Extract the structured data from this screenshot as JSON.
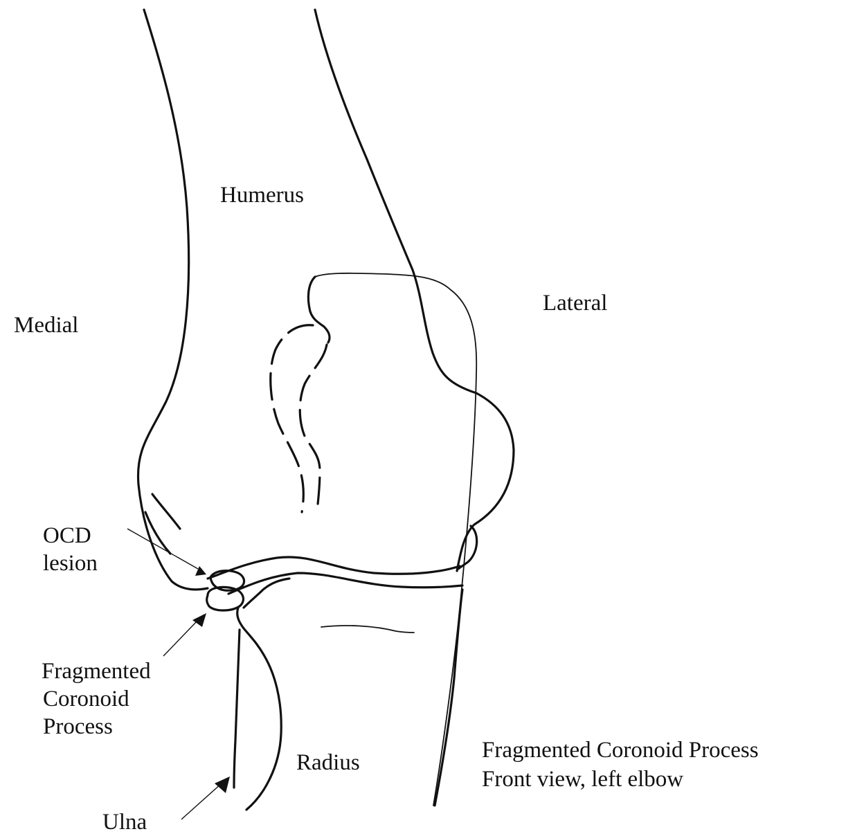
{
  "labels": {
    "humerus": "Humerus",
    "medial": "Medial",
    "lateral": "Lateral",
    "ocd_line1": "OCD",
    "ocd_line2": "lesion",
    "fcp_line1": "Fragmented",
    "fcp_line2": "Coronoid",
    "fcp_line3": "Process",
    "radius": "Radius",
    "ulna": "Ulna",
    "caption_line1": "Fragmented Coronoid Process",
    "caption_line2": "Front view, left elbow"
  }
}
